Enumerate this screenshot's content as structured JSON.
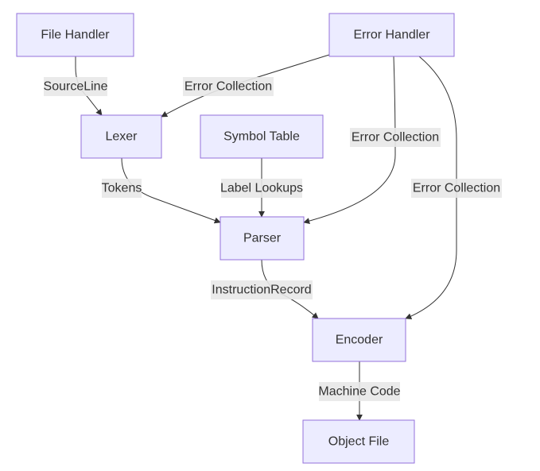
{
  "diagram": {
    "nodes": {
      "file_handler": "File Handler",
      "error_handler": "Error Handler",
      "lexer": "Lexer",
      "symbol_table": "Symbol Table",
      "parser": "Parser",
      "encoder": "Encoder",
      "object_file": "Object File"
    },
    "edges": {
      "file_to_lexer": "SourceLine",
      "error_to_lexer": "Error Collection",
      "error_to_parser": "Error Collection",
      "error_to_encoder": "Error Collection",
      "lexer_to_parser": "Tokens",
      "symbol_to_parser": "Label Lookups",
      "parser_to_encoder": "InstructionRecord",
      "encoder_to_object": "Machine Code"
    },
    "colors": {
      "node_fill": "#ECECFF",
      "node_stroke": "#9370DB",
      "edge": "#333333",
      "label_bg": "#e8e8e8"
    }
  }
}
